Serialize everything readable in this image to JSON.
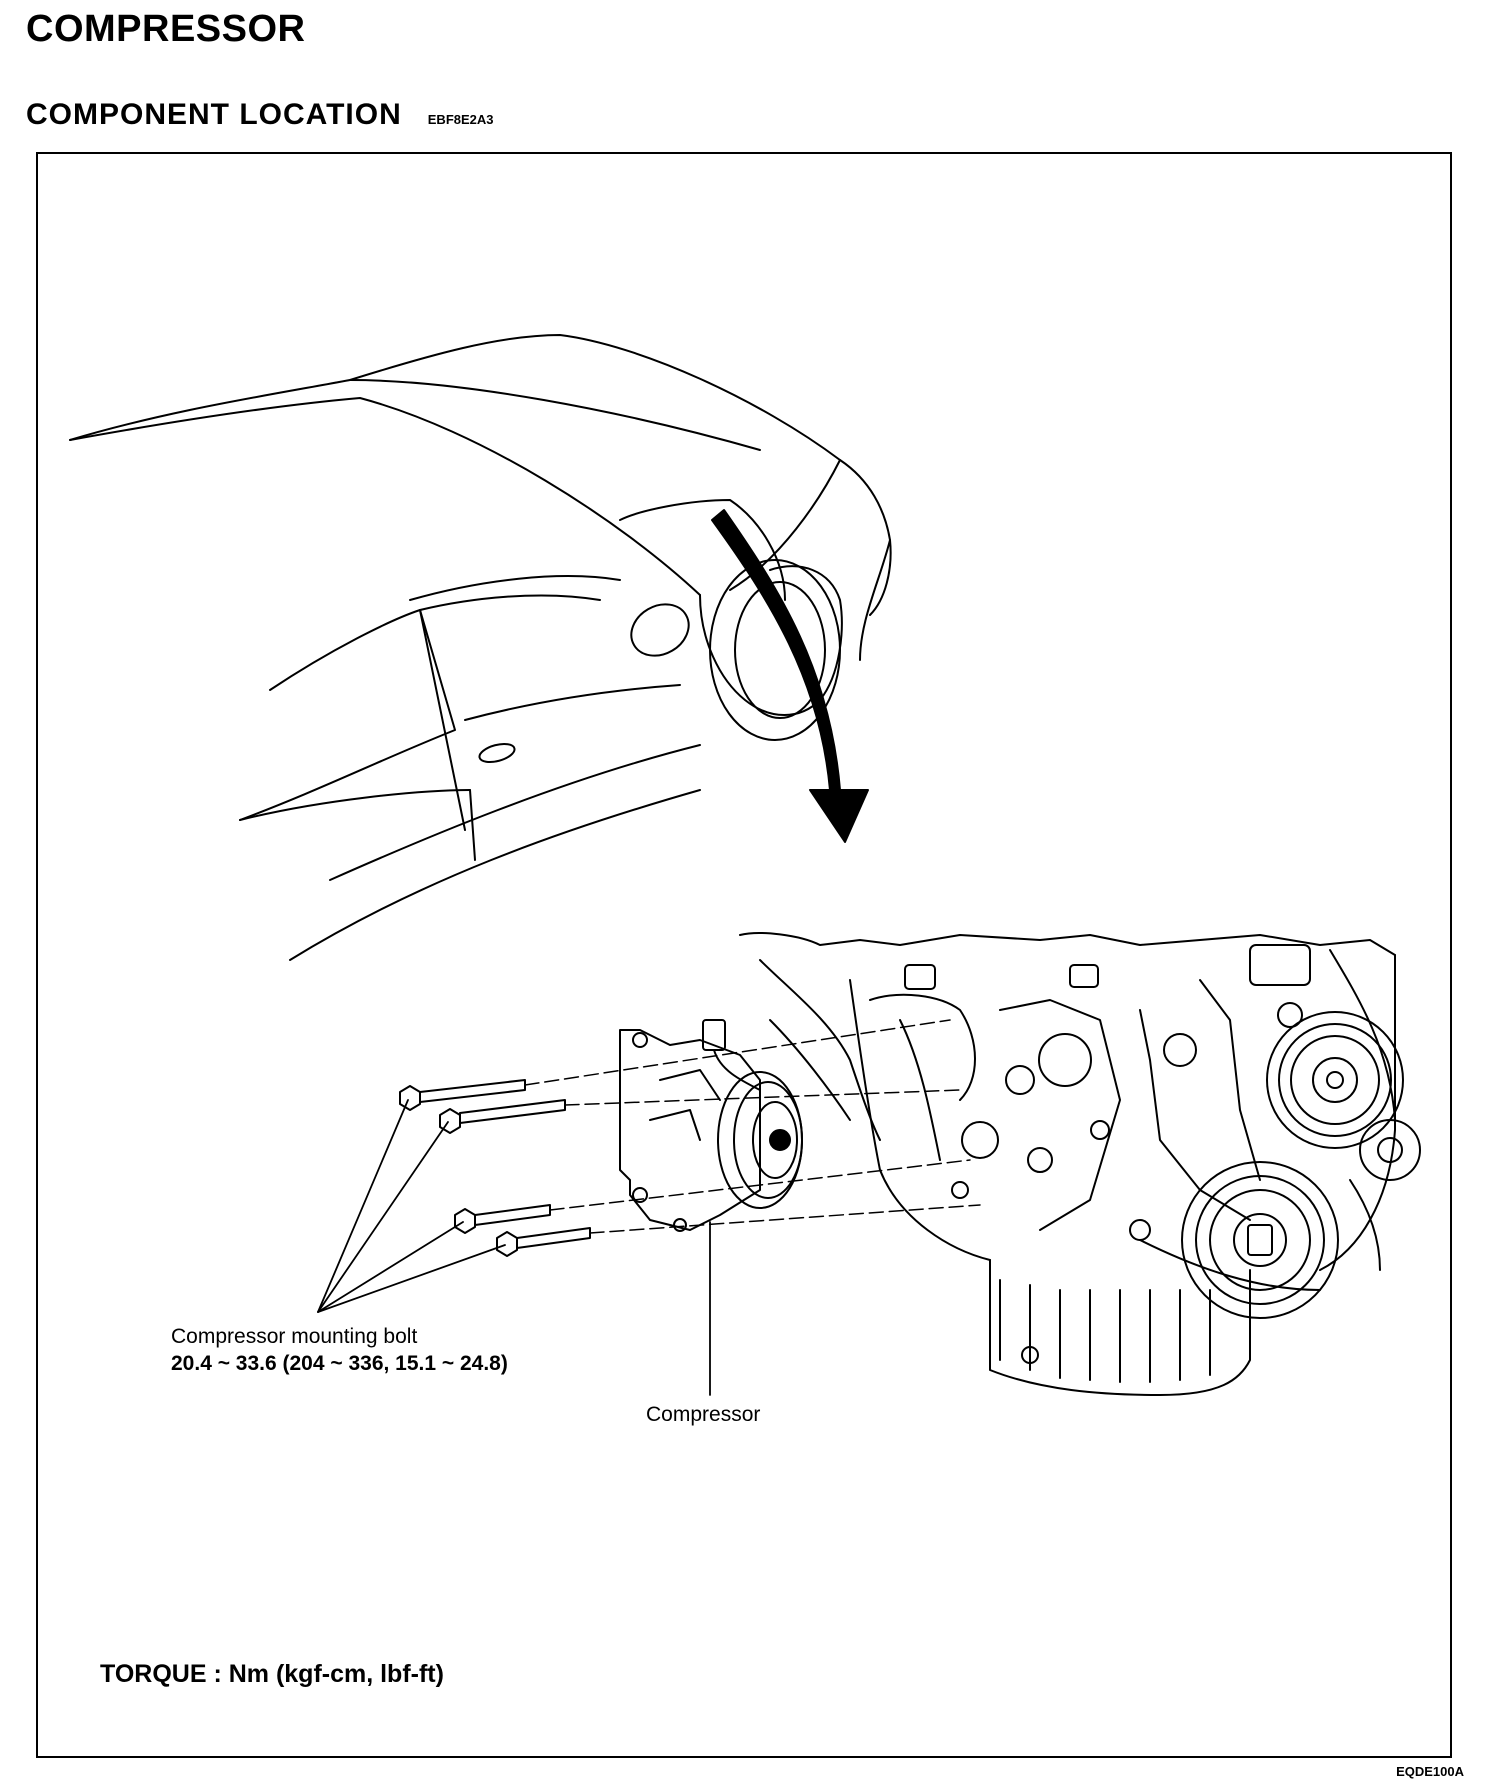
{
  "header": {
    "title": "COMPRESSOR",
    "subtitle": "COMPONENT LOCATION",
    "doc_code": "EBF8E2A3"
  },
  "figure": {
    "labels": {
      "bolt_name": "Compressor mounting bolt",
      "bolt_torque": "20.4 ~ 33.6 (204 ~ 336, 15.1 ~ 24.8)",
      "compressor": "Compressor"
    },
    "torque_unit": "TORQUE : Nm (kgf-cm, lbf-ft)",
    "figure_id": "EQDE100A"
  }
}
